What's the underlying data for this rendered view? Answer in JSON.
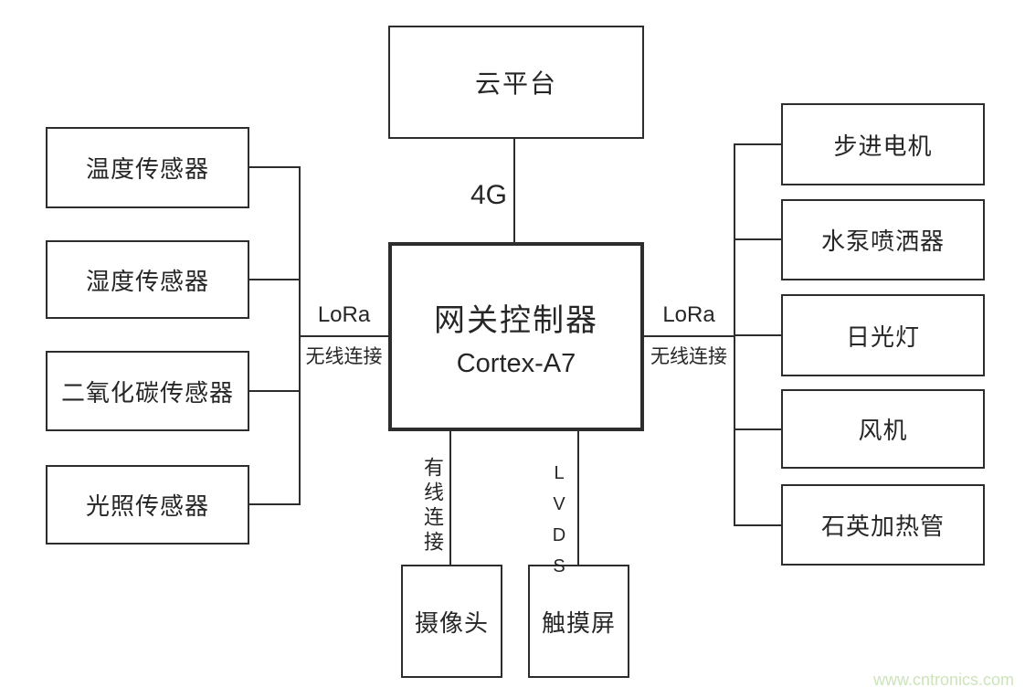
{
  "diagram": {
    "cloud": {
      "label": "云平台"
    },
    "gateway": {
      "title": "网关控制器",
      "subtitle": "Cortex-A7"
    },
    "links": {
      "cloud_gateway": "4G",
      "left": {
        "protocol": "LoRa",
        "type": "无线连接"
      },
      "right": {
        "protocol": "LoRa",
        "type": "无线连接"
      },
      "camera": "有线连接",
      "touchscreen": "LVDS"
    },
    "sensors": [
      {
        "label": "温度传感器"
      },
      {
        "label": "湿度传感器"
      },
      {
        "label": "二氧化碳传感器"
      },
      {
        "label": "光照传感器"
      }
    ],
    "actuators": [
      {
        "label": "步进电机"
      },
      {
        "label": "水泵喷洒器"
      },
      {
        "label": "日光灯"
      },
      {
        "label": "风机"
      },
      {
        "label": "石英加热管"
      }
    ],
    "peripherals": [
      {
        "label": "摄像头"
      },
      {
        "label": "触摸屏"
      }
    ],
    "watermark": "www.cntronics.com",
    "colors": {
      "stroke": "#2d2d2d",
      "text": "#262626",
      "watermark": "#cde4bb",
      "background": "#ffffff"
    }
  }
}
